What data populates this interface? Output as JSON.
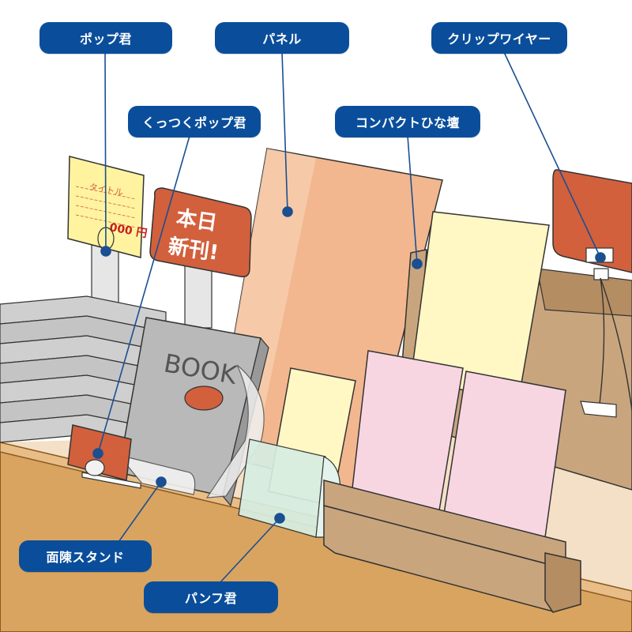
{
  "colors": {
    "label_bg": "#0a4e9b",
    "leader": "#1a4f91",
    "shelf": "#d9a460",
    "panel": "#f2b78f",
    "pop_red": "#d2603d",
    "pop_yellow": "#fff3a0",
    "cream_book": "#fff7c4",
    "pink_book": "#f7d6e2",
    "cardboard": "#c9a57e",
    "gray_book": "#b9b9b9"
  },
  "labels": {
    "pop_kun": "ポップ君",
    "panel": "パネル",
    "clip_wire": "クリップワイヤー",
    "kuttsuku_pop_kun": "くっつくポップ君",
    "compact_hinadan": "コンパクトひな壇",
    "menchin_stand": "面陳スタンド",
    "panf_kun": "パンフ君"
  },
  "scene_text": {
    "pop_title": "タイトル",
    "pop_price": "000 円",
    "shinkan_line1": "本日",
    "shinkan_line2": "新刊!",
    "book_title": "BOOK"
  }
}
